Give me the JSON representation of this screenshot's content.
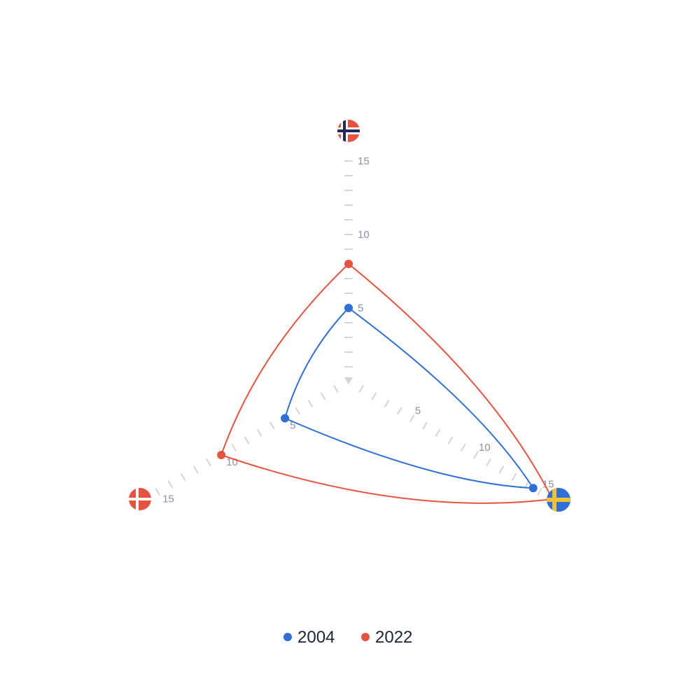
{
  "chart_data": {
    "type": "radar",
    "axes": [
      {
        "name": "Norway",
        "icon": "norway-flag-icon"
      },
      {
        "name": "Sweden",
        "icon": "sweden-flag-icon"
      },
      {
        "name": "Denmark",
        "icon": "denmark-flag-icon"
      }
    ],
    "range": [
      0,
      15
    ],
    "tick_labels": [
      "5",
      "10",
      "15"
    ],
    "series": [
      {
        "name": "2004",
        "color": "#2f6fd8",
        "values": [
          5,
          14.5,
          5
        ]
      },
      {
        "name": "2022",
        "color": "#e8533f",
        "values": [
          8,
          16,
          10
        ]
      }
    ],
    "legend": {
      "position": "bottom-center"
    },
    "grid": true
  },
  "colors": {
    "axis_ticks": "#d0d5d9",
    "tick_text": "#8c939c",
    "flag_red": "#e8533f",
    "flag_blue": "#2f6fd8",
    "flag_navy": "#1f2a5a",
    "flag_yellow": "#f2c230",
    "flag_white": "#ffffff"
  }
}
